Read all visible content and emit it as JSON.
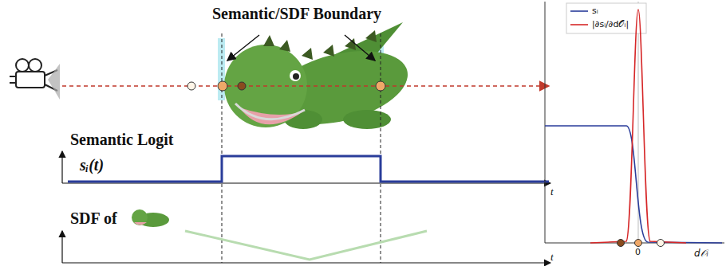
{
  "diagram": {
    "title": "Semantic/SDF Boundary",
    "labels": [
      "Semantic Logit",
      "sᵢ(t)",
      "SDF of",
      "t",
      "t",
      "0",
      "d𝒪ᵢ"
    ],
    "legend": [
      {
        "text": "sᵢ"
      },
      {
        "text": "|∂sᵢ/∂d𝒪ᵢ|"
      }
    ]
  }
}
